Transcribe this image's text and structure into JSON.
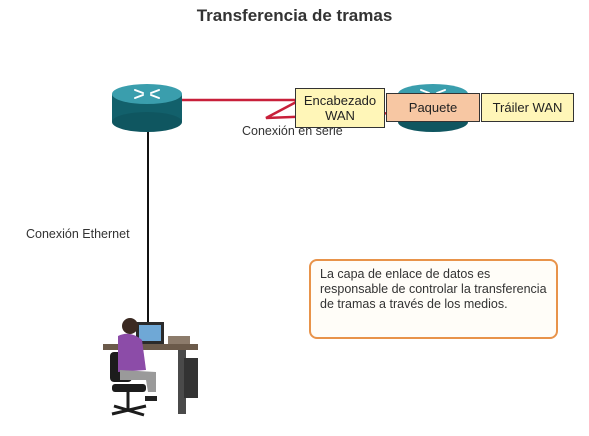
{
  "title": "Transferencia de tramas",
  "labels": {
    "serial_connection": "Conexión en serie",
    "ethernet_connection": "Conexión Ethernet"
  },
  "frame": {
    "header": "Encabezado WAN",
    "packet": "Paquete",
    "trailer": "Tráiler WAN"
  },
  "note": "La capa de enlace de datos es responsable de controlar la transferencia de tramas a través de los medios.",
  "colors": {
    "router": "#1f7f8c",
    "serial_link": "#c8203a",
    "header_fill": "#fff6b8",
    "packet_fill": "#f7c7a3",
    "callout_border": "#e8934a"
  }
}
